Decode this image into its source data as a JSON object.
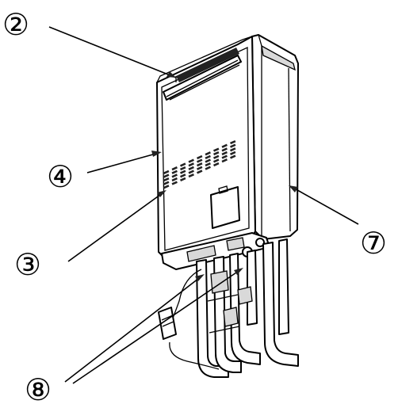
{
  "callouts": [
    {
      "id": "c2",
      "label": "②"
    },
    {
      "id": "c4",
      "label": "④"
    },
    {
      "id": "c3",
      "label": "③"
    },
    {
      "id": "c7",
      "label": "⑦"
    },
    {
      "id": "c8",
      "label": "⑧"
    }
  ],
  "colors": {
    "line": "#000000",
    "background": "#ffffff",
    "shade": "#d9d9d9"
  }
}
